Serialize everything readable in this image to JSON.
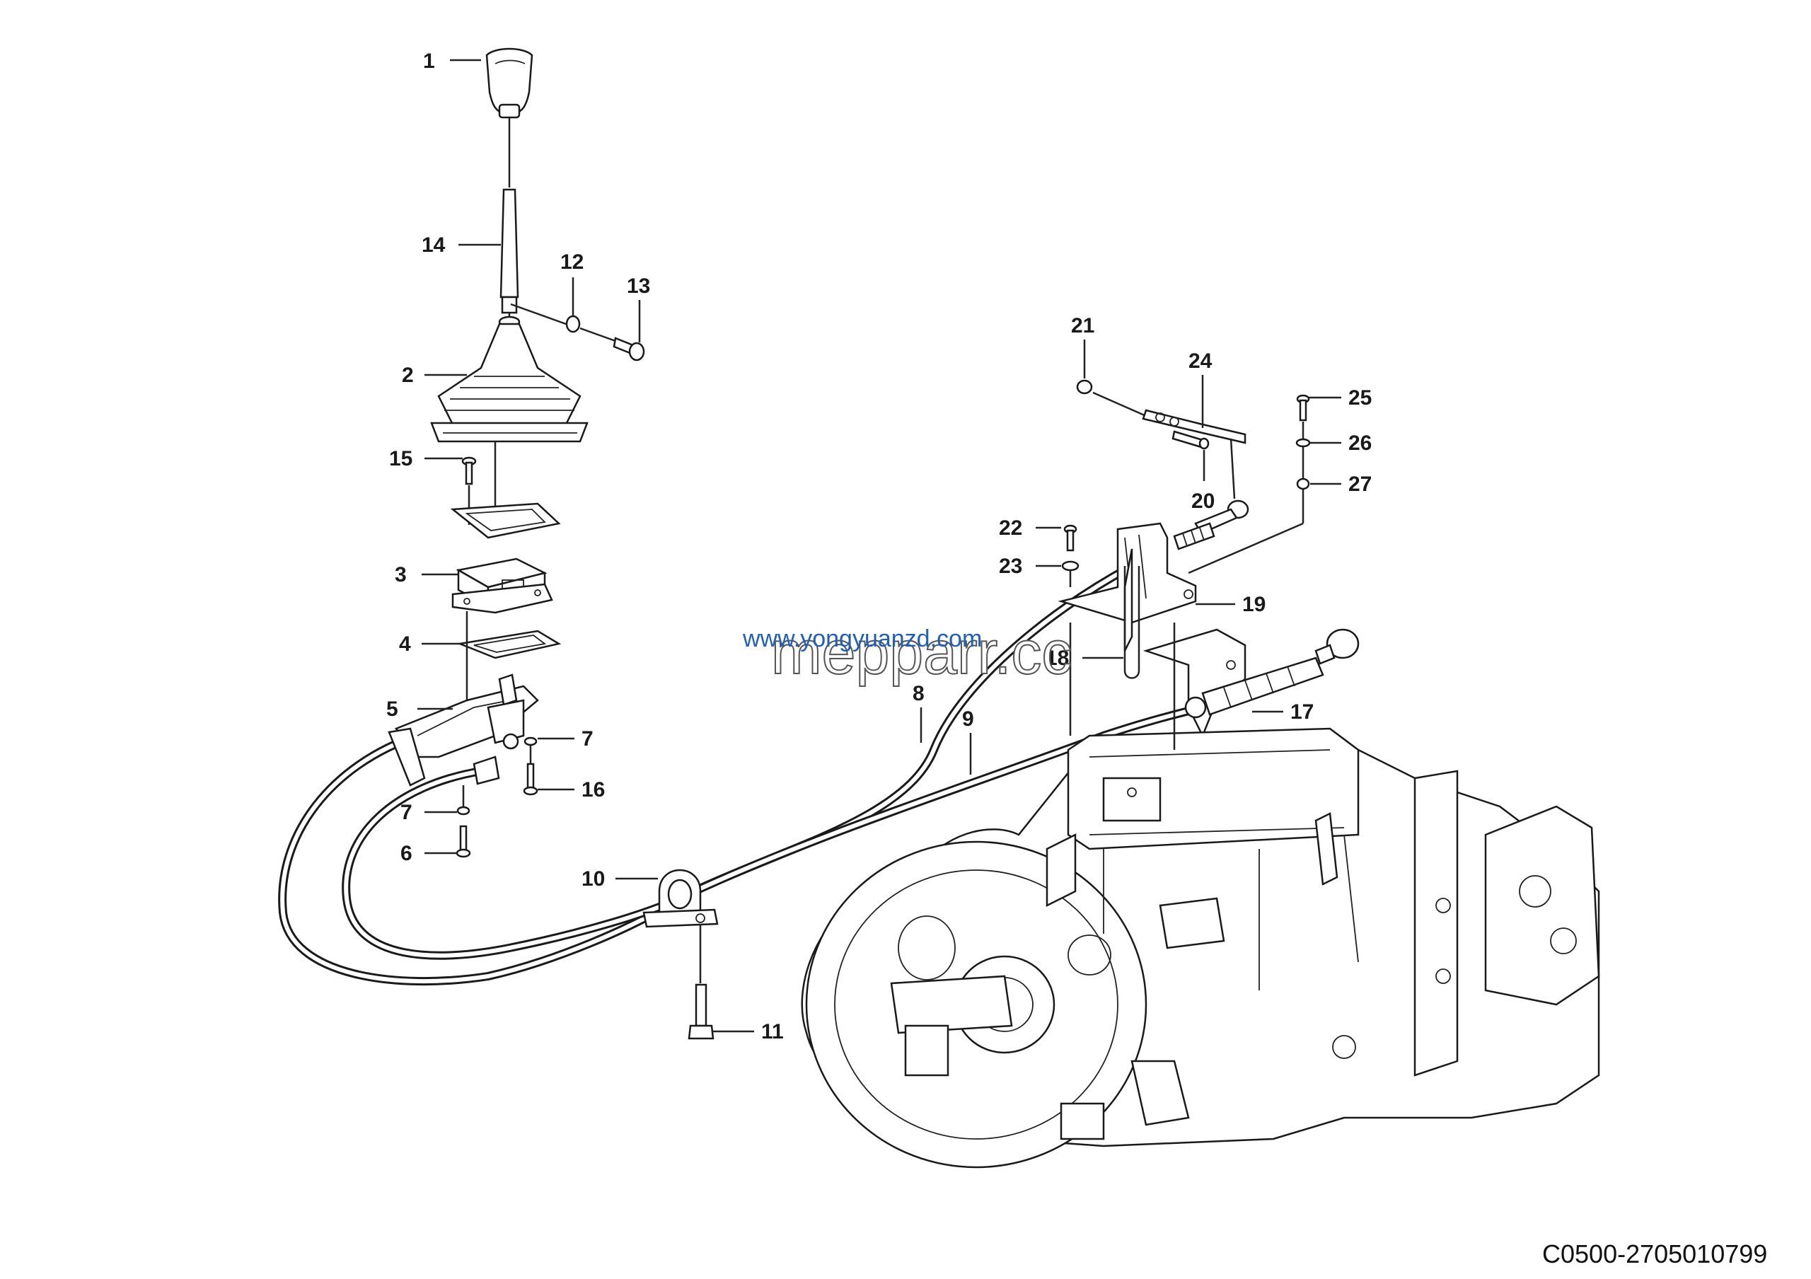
{
  "diagram": {
    "callouts": [
      "1",
      "14",
      "12",
      "13",
      "2",
      "15",
      "3",
      "4",
      "5",
      "7",
      "7",
      "16",
      "6",
      "10",
      "11",
      "8",
      "9",
      "21",
      "24",
      "25",
      "26",
      "27",
      "20",
      "22",
      "23",
      "19",
      "18",
      "17"
    ],
    "drawing_code": "C0500-2705010799",
    "watermark": {
      "url": "www.yongyuanzd.com",
      "brand": "mepparr.cc"
    }
  }
}
